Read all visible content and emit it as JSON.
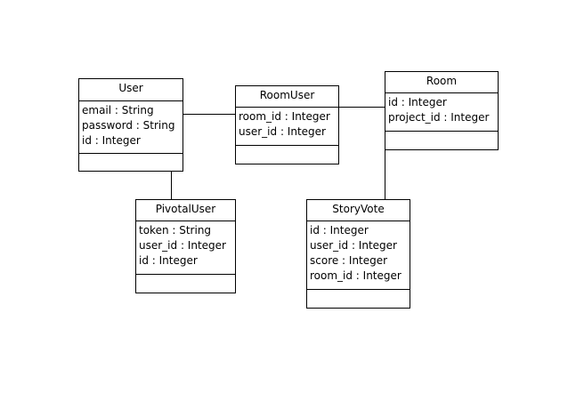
{
  "diagram": {
    "classes": [
      {
        "name": "User",
        "attributes": [
          "email : String",
          "password : String",
          "id : Integer"
        ]
      },
      {
        "name": "RoomUser",
        "attributes": [
          "room_id : Integer",
          "user_id : Integer"
        ]
      },
      {
        "name": "Room",
        "attributes": [
          "id : Integer",
          "project_id : Integer"
        ]
      },
      {
        "name": "PivotalUser",
        "attributes": [
          "token : String",
          "user_id : Integer",
          "id : Integer"
        ]
      },
      {
        "name": "StoryVote",
        "attributes": [
          "id : Integer",
          "user_id : Integer",
          "score : Integer",
          "room_id : Integer"
        ]
      }
    ]
  }
}
